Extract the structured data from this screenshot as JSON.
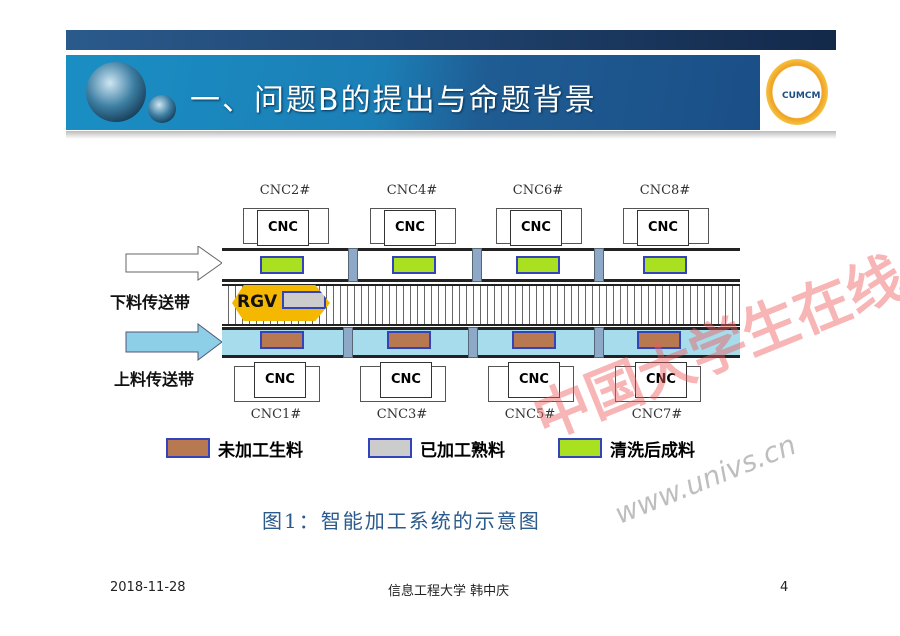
{
  "header": {
    "title": "一、问题B的提出与命题背景",
    "logo_text": "CUMCM"
  },
  "diagram": {
    "top_cnc_labels": [
      "CNC2#",
      "CNC4#",
      "CNC6#",
      "CNC8#"
    ],
    "bottom_cnc_labels": [
      "CNC1#",
      "CNC3#",
      "CNC5#",
      "CNC7#"
    ],
    "machine_text": "CNC",
    "rgv_label": "RGV",
    "unload_belt_label": "下料传送带",
    "load_belt_label": "上料传送带"
  },
  "legend": [
    {
      "label": "未加工生料",
      "color": "#b87850"
    },
    {
      "label": "已加工熟料",
      "color": "#cccccc"
    },
    {
      "label": "清洗后成料",
      "color": "#a9e020"
    }
  ],
  "caption": "图1：智能加工系统的示意图",
  "footer": {
    "date": "2018-11-28",
    "author": "信息工程大学 韩中庆",
    "page": "4"
  },
  "watermark": {
    "text": "中国大学生在线",
    "url": "www.univs.cn"
  }
}
